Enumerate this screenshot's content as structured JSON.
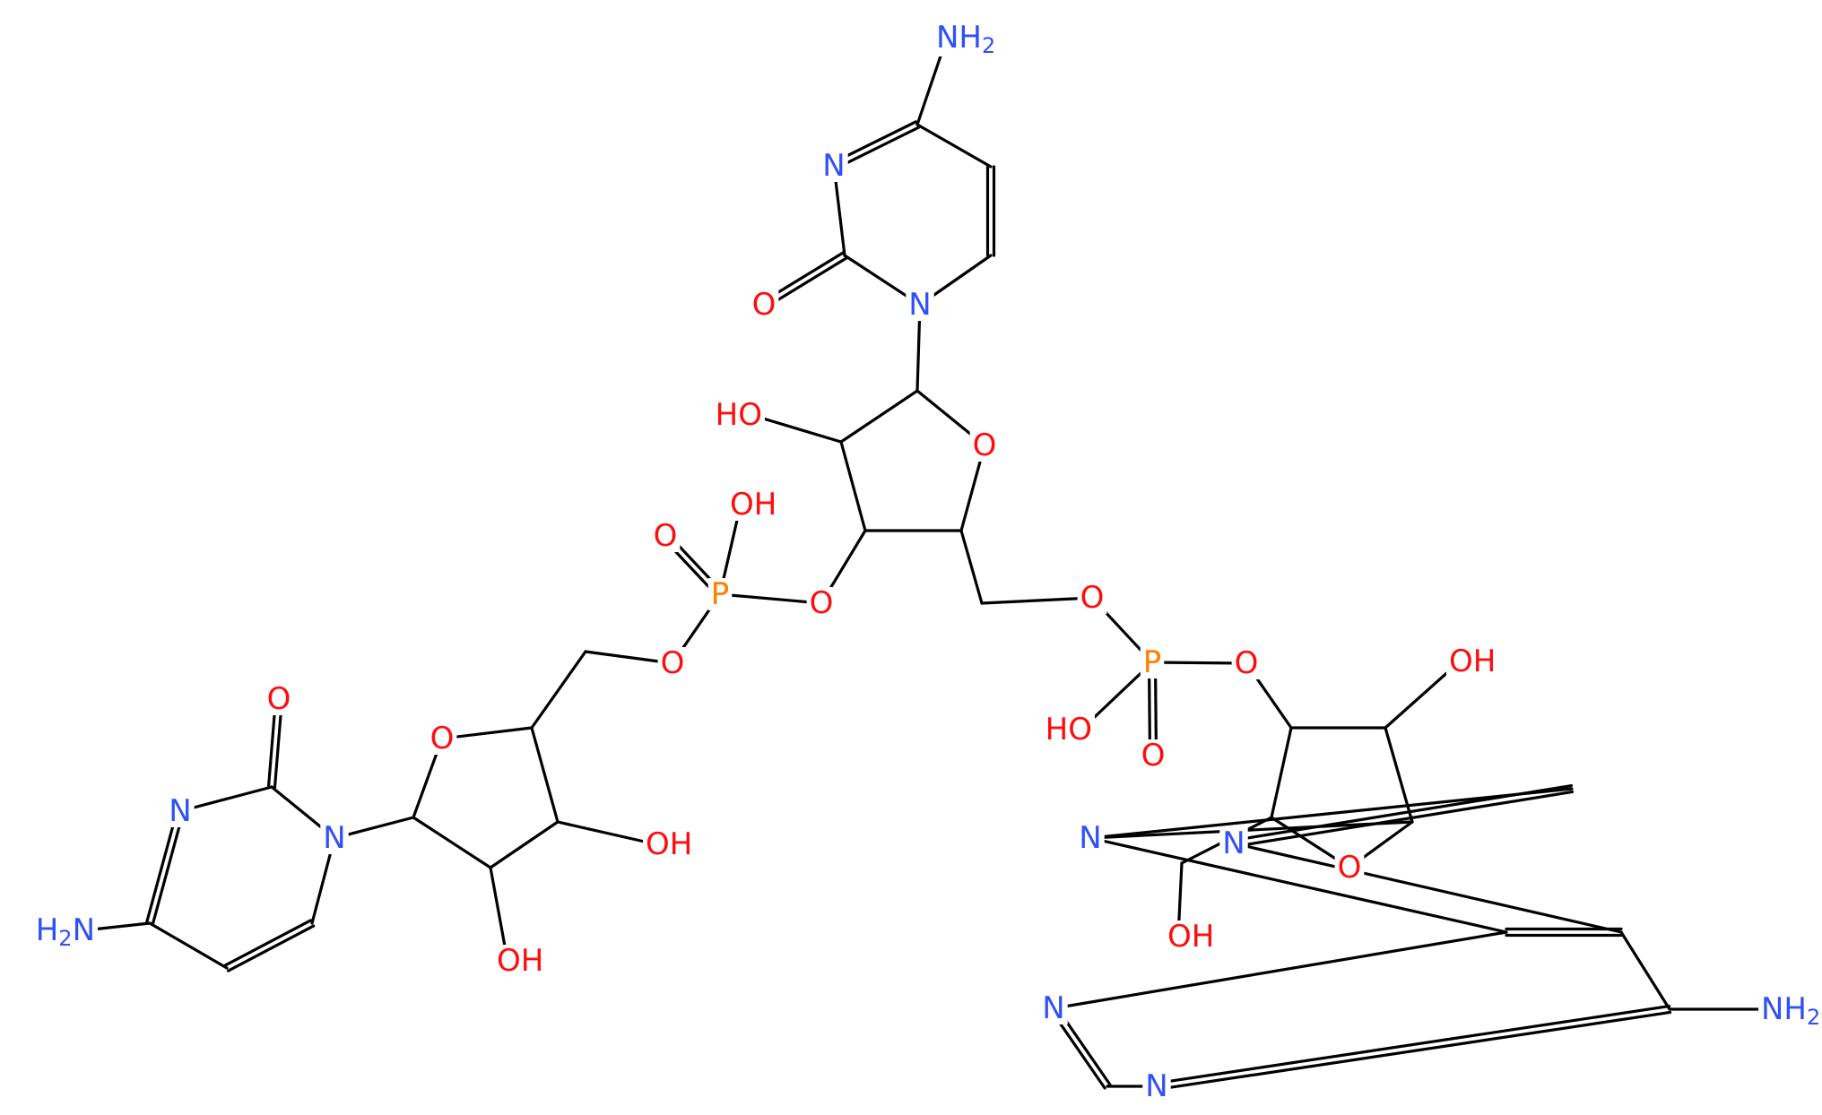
{
  "colors": {
    "O": "#ff0d0d",
    "N": "#3050f8",
    "P": "#ff8000",
    "bond": "#000000",
    "background": "#ffffff"
  },
  "atoms": [
    {
      "name": "amine-top",
      "el": "N",
      "text": "NH",
      "sub": "2"
    },
    {
      "name": "nitrogen-top-ring",
      "el": "N",
      "text": "N"
    },
    {
      "name": "oxygen-top-carbonyl",
      "el": "O",
      "text": "O"
    },
    {
      "name": "nitrogen-top-glycosidic",
      "el": "N",
      "text": "N"
    },
    {
      "name": "hydroxyl-center-sugar",
      "el": "O",
      "text": "HO"
    },
    {
      "name": "oxygen-center-ring",
      "el": "O",
      "text": "O"
    },
    {
      "name": "hydroxyl-phosphate-left",
      "el": "O",
      "text": "OH"
    },
    {
      "name": "oxygen-phosphate-left-double",
      "el": "O",
      "text": "O"
    },
    {
      "name": "phosphorus-left",
      "el": "P",
      "text": "P"
    },
    {
      "name": "oxygen-ester-center-3",
      "el": "O",
      "text": "O"
    },
    {
      "name": "oxygen-ester-left-5",
      "el": "O",
      "text": "O"
    },
    {
      "name": "oxygen-ester-center-5",
      "el": "O",
      "text": "O"
    },
    {
      "name": "phosphorus-right",
      "el": "P",
      "text": "P"
    },
    {
      "name": "oxygen-ester-right-3",
      "el": "O",
      "text": "O"
    },
    {
      "name": "hydroxyl-phosphate-right",
      "el": "O",
      "text": "HO"
    },
    {
      "name": "oxygen-phosphate-right-double",
      "el": "O",
      "text": "O"
    },
    {
      "name": "hydroxyl-right-sugar",
      "el": "O",
      "text": "OH"
    },
    {
      "name": "oxygen-left-ring",
      "el": "O",
      "text": "O"
    },
    {
      "name": "oxygen-left-carbonyl",
      "el": "O",
      "text": "O"
    },
    {
      "name": "nitrogen-left-ring",
      "el": "N",
      "text": "N"
    },
    {
      "name": "nitrogen-left-glycosidic",
      "el": "N",
      "text": "N"
    },
    {
      "name": "amine-left",
      "el": "N",
      "text": "H",
      "sub": "2",
      "tail": "N"
    },
    {
      "name": "hydroxyl-left-sugar-upper",
      "el": "O",
      "text": "OH"
    },
    {
      "name": "hydroxyl-left-sugar-lower",
      "el": "O",
      "text": "OH"
    },
    {
      "name": "oxygen-right-ring",
      "el": "O",
      "text": "O"
    },
    {
      "name": "hydroxyl-right-methylene",
      "el": "O",
      "text": "OH"
    },
    {
      "name": "nitrogen-purine-9",
      "el": "N",
      "text": "N"
    },
    {
      "name": "nitrogen-purine-7",
      "el": "N",
      "text": "N"
    },
    {
      "name": "nitrogen-purine-3",
      "el": "N",
      "text": "N"
    },
    {
      "name": "nitrogen-purine-1",
      "el": "N",
      "text": "N"
    },
    {
      "name": "amine-purine",
      "el": "N",
      "text": "NH",
      "sub": "2"
    }
  ]
}
